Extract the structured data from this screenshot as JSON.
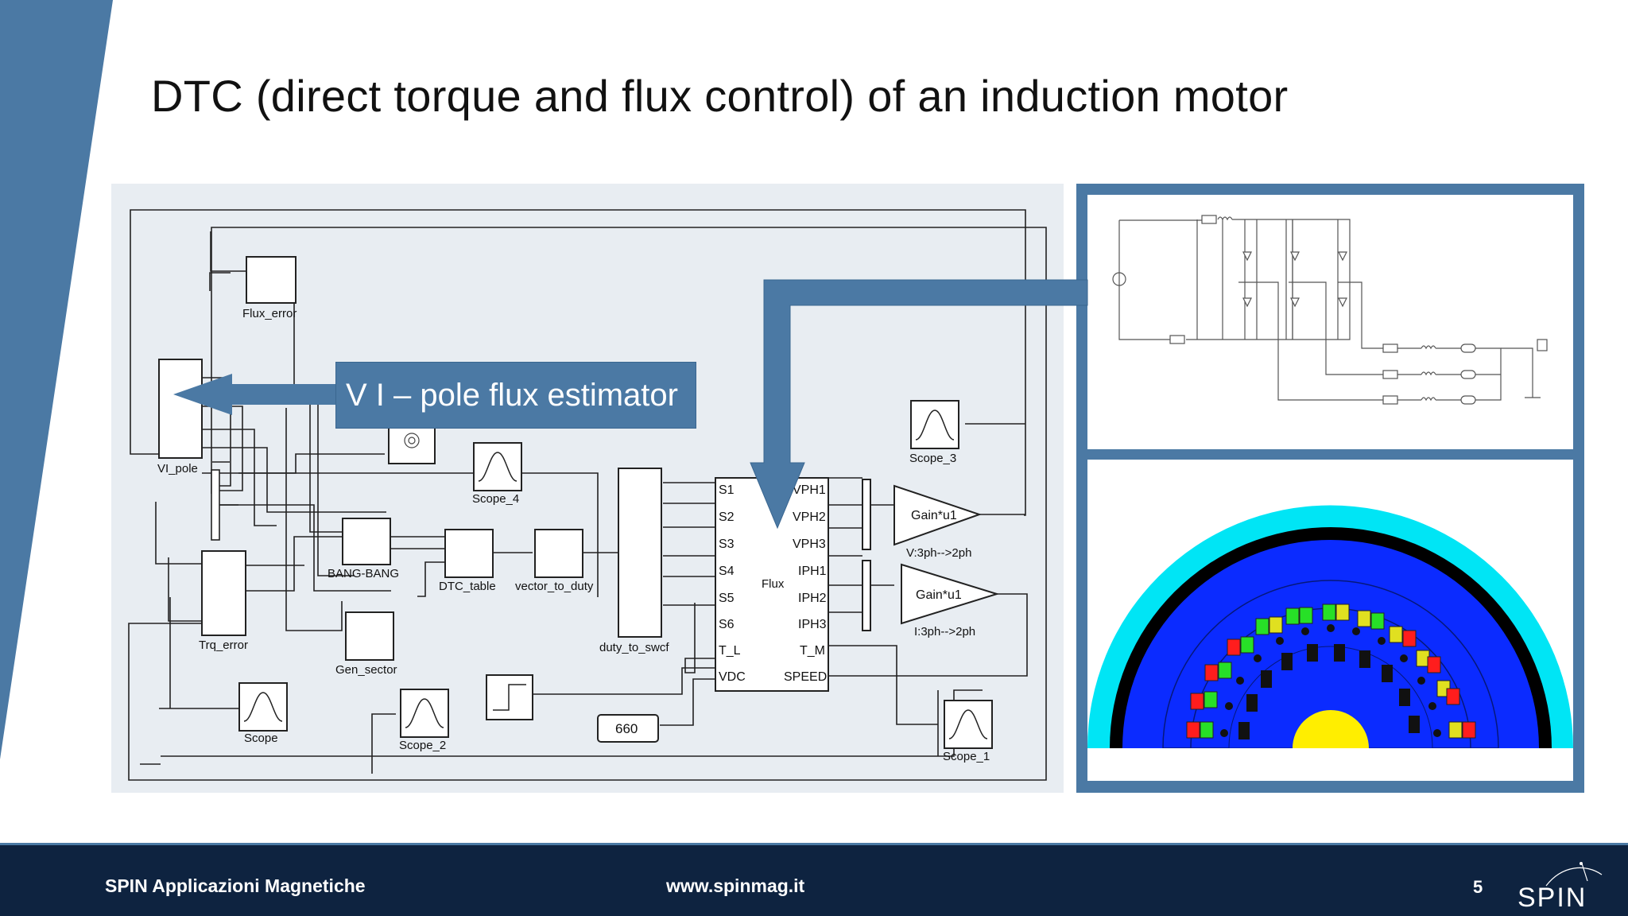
{
  "slide": {
    "title": "DTC (direct torque and flux control) of an induction motor",
    "page_number": "5"
  },
  "callout": {
    "text": "V I – pole flux estimator"
  },
  "diagram": {
    "blocks": {
      "flux_error": "Flux_error",
      "vi_pole": "VI_pole",
      "trq_error": "Trq_error",
      "bang_bang": "BANG-BANG",
      "gen_sector": "Gen_sector",
      "dtc_table": "DTC_table",
      "vector_to_duty": "vector_to_duty",
      "duty_to_swcf": "duty_to_swcf",
      "flux": "Flux",
      "gain_v": "Gain*u1",
      "gain_i": "Gain*u1",
      "gain_v_label": "V:3ph-->2ph",
      "gain_i_label": "I:3ph-->2ph",
      "constant": "660",
      "scope": "Scope",
      "scope_1": "Scope_1",
      "scope_2": "Scope_2",
      "scope_3": "Scope_3",
      "scope_4": "Scope_4"
    },
    "flux_inputs": [
      "S1",
      "S2",
      "S3",
      "S4",
      "S5",
      "S6",
      "T_L",
      "VDC"
    ],
    "flux_outputs": [
      "VPH1",
      "VPH2",
      "VPH3",
      "IPH1",
      "IPH2",
      "IPH3",
      "T_M",
      "SPEED"
    ]
  },
  "footer": {
    "company": "SPIN Applicazioni Magnetiche",
    "url": "www.spinmag.it",
    "logo_text": "SPIN"
  },
  "colors": {
    "accent": "#4b79a4",
    "footer": "#0e2340",
    "diagram_bg": "#e8edf2"
  }
}
